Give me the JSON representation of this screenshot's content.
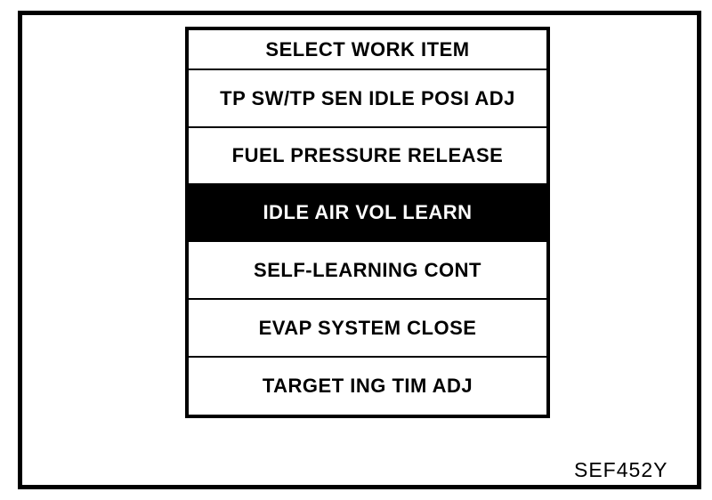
{
  "figure": {
    "code": "SEF452Y"
  },
  "menu": {
    "title": "SELECT WORK ITEM",
    "items": [
      {
        "label": "TP SW/TP SEN IDLE POSI ADJ",
        "selected": false
      },
      {
        "label": "FUEL PRESSURE RELEASE",
        "selected": false
      },
      {
        "label": "IDLE AIR VOL LEARN",
        "selected": true
      },
      {
        "label": "SELF-LEARNING CONT",
        "selected": false
      },
      {
        "label": "EVAP SYSTEM CLOSE",
        "selected": false
      },
      {
        "label": "TARGET ING TIM ADJ",
        "selected": false
      }
    ]
  },
  "colors": {
    "foreground": "#000000",
    "background": "#ffffff",
    "selected_background": "#000000",
    "selected_foreground": "#ffffff"
  }
}
